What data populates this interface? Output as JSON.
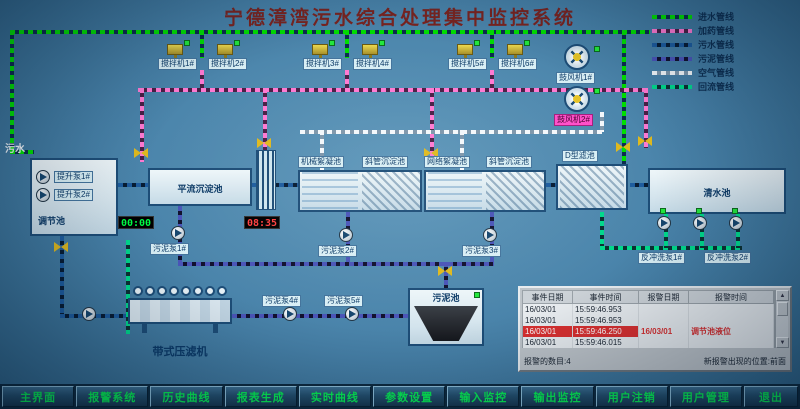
{
  "title": "宁德漳湾污水综合处理集中监控系统",
  "inlet": "污水",
  "legend": [
    {
      "label": "进水管线",
      "color": "#00e000"
    },
    {
      "label": "加药管线",
      "color": "#ff7ad2"
    },
    {
      "label": "污水管线",
      "color": "#1d5c9e"
    },
    {
      "label": "污泥管线",
      "color": "#4a55b8"
    },
    {
      "label": "空气管线",
      "color": "#f4f8fb"
    },
    {
      "label": "回流管线",
      "color": "#00d98c"
    }
  ],
  "mixers": [
    "搅拌机1#",
    "搅拌机2#",
    "搅拌机3#",
    "搅拌机4#",
    "搅拌机5#",
    "搅拌机6#"
  ],
  "blowers": [
    "鼓风机1#",
    "鼓风机2#"
  ],
  "tanks": {
    "regulation": "调节池",
    "horizontal_sed": "平流沉淀池",
    "mech_floc": "机械絮凝池",
    "inclined_sed1": "斜管沉淀池",
    "grid_floc": "网络絮凝池",
    "inclined_sed2": "斜管沉淀池",
    "d_filter": "D型滤池",
    "clear_water": "清水池",
    "sludge_tank": "污泥池",
    "belt_press": "带式压滤机"
  },
  "pumps": {
    "lift1": "提升泵1#",
    "lift2": "提升泵2#",
    "sludge1": "污泥泵1#",
    "sludge2": "污泥泵2#",
    "sludge3": "污泥泵3#",
    "sludge4": "污泥泵4#",
    "sludge5": "污泥泵5#",
    "backwash1": "反冲洗泵1#",
    "backwash2": "反冲洗泵2#"
  },
  "timers": {
    "t1": "00:00",
    "t2": "08:35"
  },
  "alarms": {
    "headers": [
      "事件日期",
      "事件时间",
      "报警日期",
      "报警时间"
    ],
    "rows": [
      {
        "d": "16/03/01",
        "t": "15:59:46.953",
        "ad": "",
        "at": ""
      },
      {
        "d": "16/03/01",
        "t": "15:59:46.953",
        "ad": "",
        "at": ""
      },
      {
        "d": "16/03/01",
        "t": "15:59:46.250",
        "ad": "16/03/01",
        "at": "调节池液位"
      },
      {
        "d": "16/03/01",
        "t": "15:59:46.015",
        "ad": "",
        "at": ""
      }
    ],
    "count_text": "报警的数目:4",
    "position_text": "新报警出现的位置:前面"
  },
  "icons": {
    "scroll_up": "▲",
    "scroll_down": "▼"
  },
  "colors": {
    "menu_text": "#06ef53",
    "alarm_highlight": "#d92f2f",
    "title_text": "#7a2420"
  },
  "menu": [
    "主界面",
    "报警系统",
    "历史曲线",
    "报表生成",
    "实时曲线",
    "参数设置",
    "输入监控",
    "输出监控",
    "用户注销",
    "用户管理",
    "退出"
  ]
}
